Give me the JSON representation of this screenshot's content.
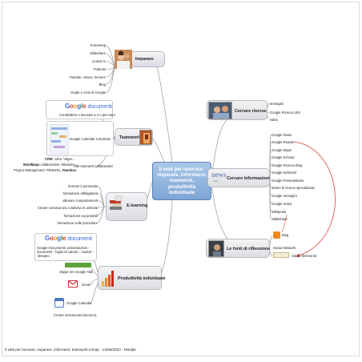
{
  "central": {
    "title": "Il web per lavorare:\nimparare, informarsi,\nteamwork,\nproduttività\nindividuale"
  },
  "topics": {
    "imparare": "Imparare",
    "teamwork": "Teamwork",
    "elearning": "E-learning",
    "produttivita": "Produttività individuale",
    "cercare_risorse": "Cercare risorse",
    "cercare_informazioni": "Cercare informazioni",
    "fonti": "Le fonti di riflessione"
  },
  "imparare_items": [
    "E-learning",
    "Slideshare",
    "Linked In",
    "Podcast",
    "Youtube, vimeo, Screenr",
    "Blog",
    "Guide e corsi di Google"
  ],
  "teamwork_items": {
    "google_docs_logo": "Google documenti",
    "condividere": "Condividere e lavorare a 4 o più mani",
    "calendar": "Google Calendar Condiviso",
    "crm": "CRM",
    "crm_rest": ": zoho, Vtiger...",
    "mindmaps": "MindMaps",
    "mindmaps_rest": " collaborative: Mindomo, ...",
    "project": "Project Management: PbWorks,",
    "teambox": "Teambox",
    "altri": "Altri strumenti collaborativi"
  },
  "elearning_items": [
    "formare il personale",
    "formazione obbligatoria",
    "allenare comportamenti",
    "Creare conoscenza condivisa in azienda",
    "formazione sui prodotti",
    "formazione sulle procedure"
  ],
  "produttivita_items": {
    "google_docs_logo": "Google documenti",
    "docs_line1": "Google Documents: presentazioni -",
    "docs_line2": "documenti - foglio di calcolo - moduli -",
    "docs_line3": "disegno",
    "skype": "Skype ere Google Talk",
    "gmail": "Gmail",
    "calendar": "Google Calendar",
    "screencast": "Creare Screencast (Screenr)"
  },
  "cercare_risorse_items": [
    "Immagini",
    "Google Ricerca Libri",
    "video"
  ],
  "cercare_informazioni_items": [
    "Google News",
    "Google Reader",
    "Google Maps",
    "Google Scholar",
    "Google Ricerca Blog",
    "Google ZeitGeist",
    "Google Presentations",
    "Motori di ricerca specializzati",
    "Google Immagini",
    "Google Video",
    "Wikipedia",
    "Slideshare"
  ],
  "news_badge": {
    "word": "news",
    "sub": "mais"
  },
  "fonti_items": {
    "blog": "Blog",
    "social": "Social Network",
    "siti": "Siti di riferimento"
  },
  "footer": "Il web per lavorare, imparare, informarsi, teamwork.mmap - 14/05/2010 - Mindjet",
  "colors": {
    "central_fill": "#8fb2de",
    "connector": "#8a8a8a",
    "relationship_arrow": "#d9463a",
    "topic_fill": "#e6e7ea"
  }
}
